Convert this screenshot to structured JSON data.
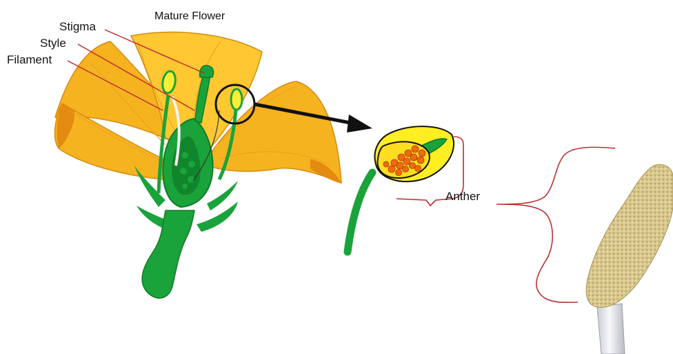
{
  "title": "Mature Flower",
  "labels": {
    "stigma": "Stigma",
    "style": "Style",
    "filament": "Filament",
    "anther": "Anther"
  },
  "colors": {
    "petal": "#f6b320",
    "petal_light": "#ffd24a",
    "petal_shadow": "#e48a10",
    "green": "#1aa33a",
    "dark_green": "#0e7a26",
    "anther_yellow": "#ffee33",
    "pollen": "#f06a10",
    "leader_line": "#c0282a",
    "bracket": "#b83030",
    "pollen_photo": "#d6c48a"
  }
}
